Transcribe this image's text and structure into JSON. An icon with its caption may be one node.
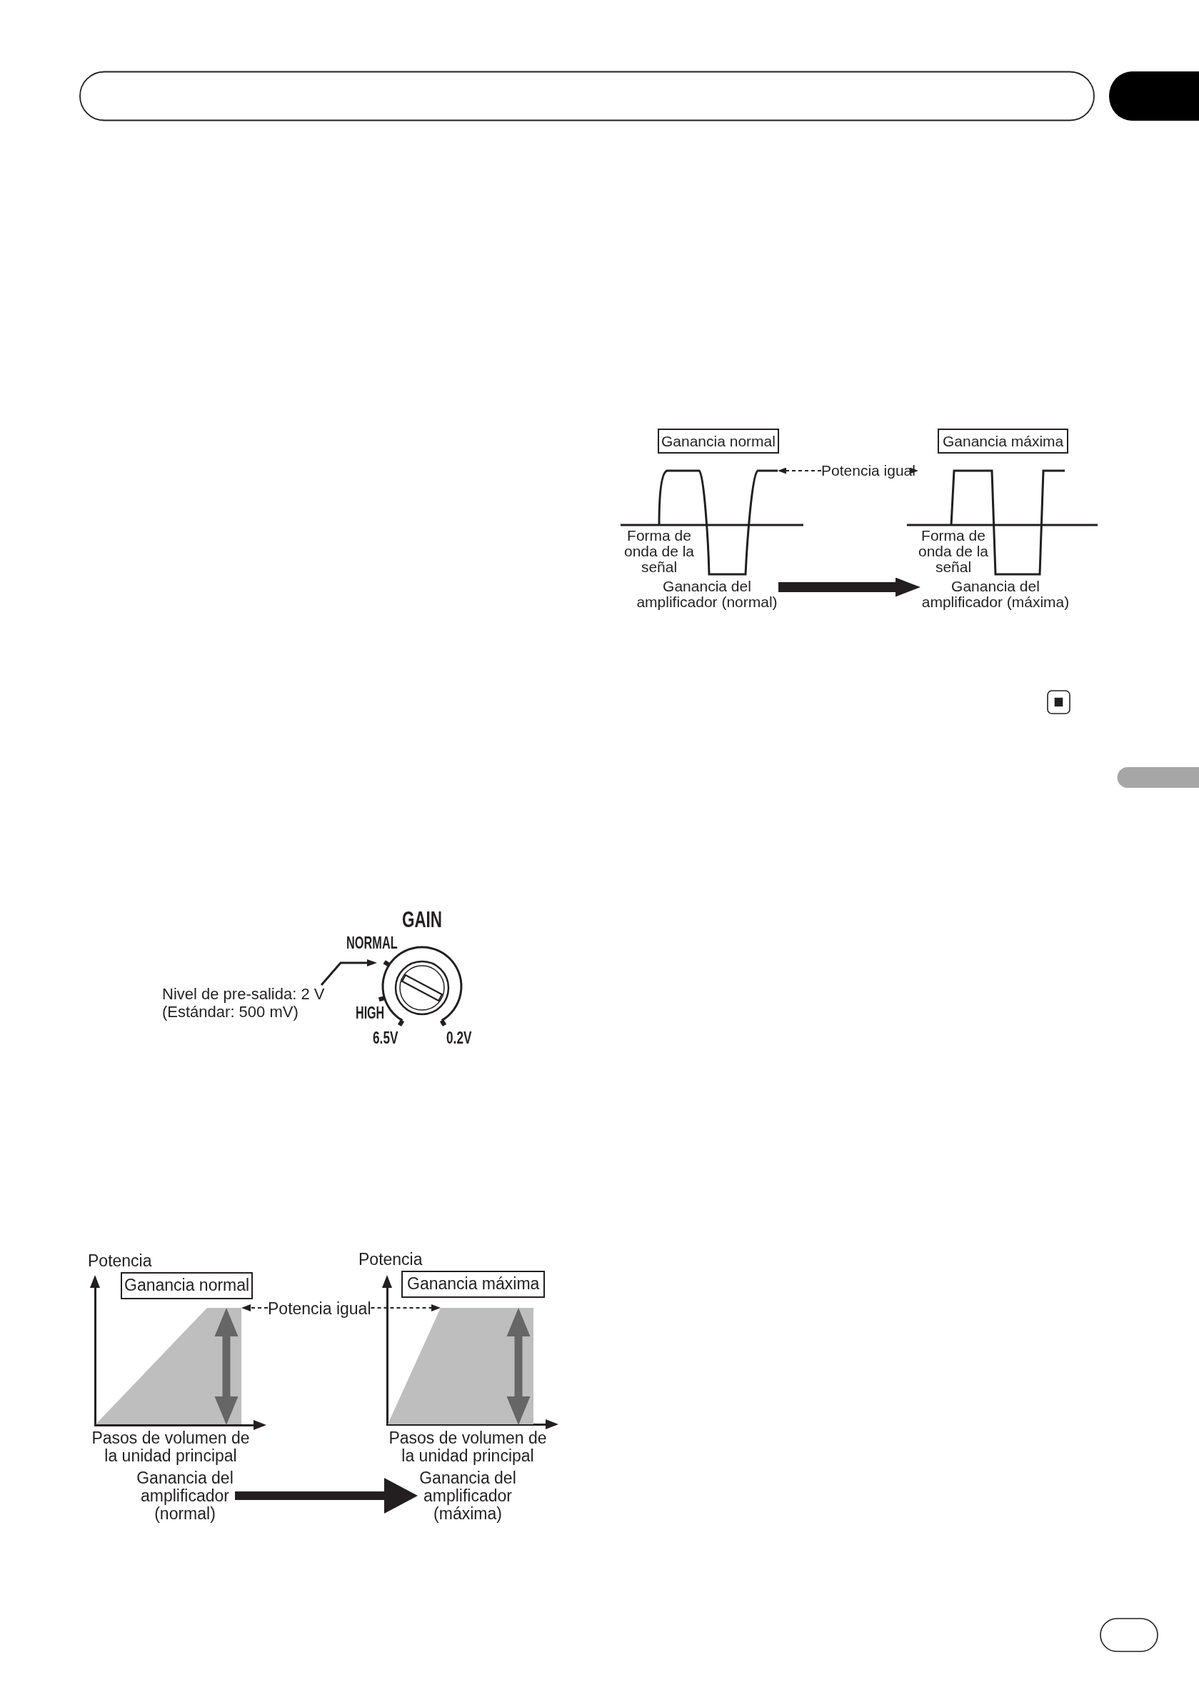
{
  "diagram": {
    "nodes": [
      {
        "text": [
          "Ganancia normal"
        ]
      },
      {
        "text": [
          "Ganancia máxima"
        ]
      },
      {
        "text": [
          "Potencia igual"
        ]
      },
      {
        "text": [
          "Forma de onda de la señal"
        ]
      },
      {
        "text": [
          "Forma de onda de la señal"
        ]
      },
      {
        "text": [
          "Ganancia del amplificador (normal)"
        ]
      },
      {
        "text": [
          "Ganancia del amplificador (máxima)"
        ]
      },
      {
        "text": [
          "Nivel de pre-salida: 2 V (Estándar: 500 mV)"
        ]
      },
      {
        "text": [],
        "shape": "picture",
        "beside": [
          "GAIN"
        ]
      },
      {
        "text": [
          "Ganancia normal"
        ]
      },
      {
        "text": [
          "Ganancia máxima"
        ]
      },
      {
        "text": [
          "Potencia igual"
        ]
      },
      {
        "text": [],
        "shape": "trapezoid"
      },
      {
        "text": [],
        "shape": "trapezoid"
      },
      {
        "text": [
          "Ganancia del amplificador (normal)"
        ]
      },
      {
        "text": [
          "Ganancia del amplificador (máxima)"
        ]
      }
    ],
    "edges": [
      {
        "from": 2,
        "to": 3,
        "arrow": "to",
        "style": "dashed"
      },
      {
        "from": 2,
        "to": 4,
        "arrow": "to",
        "style": "dashed"
      },
      {
        "from": 5,
        "to": 6,
        "arrow": "to",
        "style": "thick"
      },
      {
        "from": 7,
        "to": 8,
        "arrow": "to"
      },
      {
        "from": 11,
        "to": 12,
        "arrow": "to",
        "style": "dashed"
      },
      {
        "from": 11,
        "to": 13,
        "arrow": "to",
        "style": "dashed"
      },
      {
        "from": 14,
        "to": 15,
        "arrow": "to",
        "style": "thick"
      }
    ],
    "labels": [
      "NORMAL",
      "HIGH",
      "6.5V",
      "0.2V",
      "Potencia",
      "Potencia",
      "Pasos de volumen de la unidad principal",
      "Pasos de volumen de la unidad principal"
    ]
  }
}
